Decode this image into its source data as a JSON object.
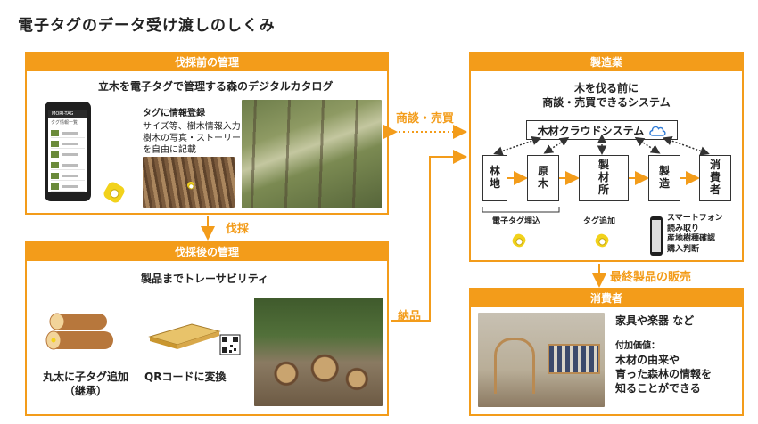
{
  "title": "電子タグのデータ受け渡しのしくみ",
  "before": {
    "header": "伐採前の管理",
    "heading": "立木を電子タグで管理する森のデジタルカタログ",
    "tag_title": "タグに情報登録",
    "tag_desc_1": "サイズ等、樹木情報入力",
    "tag_desc_2": "樹木の写真・ストーリー",
    "tag_desc_3": "を自由に記載",
    "phone_app": "MORI-TAG",
    "phone_sub": "タグ情報一覧"
  },
  "harvest_label": "伐採",
  "after": {
    "header": "伐採後の管理",
    "heading": "製品までトレーサビリティ",
    "label_1a": "丸太に子タグ追加",
    "label_1b": "（継承）",
    "label_2": "QRコードに変換"
  },
  "deal_label": "商談・売買",
  "delivery_label": "納品",
  "mfg": {
    "header": "製造業",
    "heading_1": "木を伐る前に",
    "heading_2": "商談・売買できるシステム",
    "cloud": "木材クラウドシステム",
    "nodes": [
      "林\n地",
      "原\n木",
      "製\n材\n所",
      "製\n造",
      "消\n費\n者"
    ],
    "cap_tag_embed": "電子タグ埋込",
    "cap_tag_add": "タグ追加",
    "phone_lines": [
      "スマートフォン",
      "読み取り",
      "産地樹種確認",
      "購入判断"
    ]
  },
  "final_sale": "最終製品の販売",
  "consumer": {
    "header": "消費者",
    "line_1": "家具や楽器 など",
    "line_2": "付加価値：",
    "line_3": "木材の由来や",
    "line_4": "育った森林の情報を",
    "line_5": "知ることができる"
  },
  "colors": {
    "accent": "#f39c1a",
    "tag_yellow": "#f2d21b",
    "cloud_blue": "#2f7bd6"
  }
}
